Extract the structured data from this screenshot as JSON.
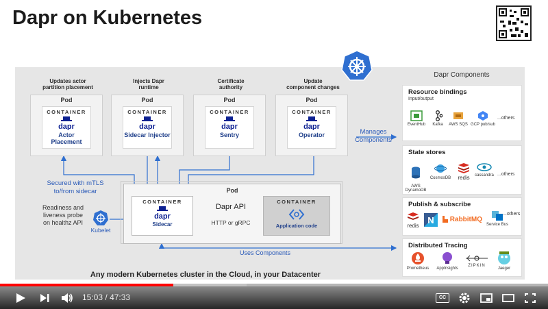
{
  "slide": {
    "title": "Dapr on Kubernetes",
    "footer": "Any modern Kubernetes cluster in the Cloud, in your Datacenter"
  },
  "control_plane": [
    {
      "caption": "Updates actor\npartition placement",
      "pod": "Pod",
      "container": "CONTAINER",
      "logo": "dapr",
      "name": "Actor Placement"
    },
    {
      "caption": "Injects Dapr\nruntime",
      "pod": "Pod",
      "container": "CONTAINER",
      "logo": "dapr",
      "name": "Sidecar Injector"
    },
    {
      "caption": "Certificate\nauthority",
      "pod": "Pod",
      "container": "CONTAINER",
      "logo": "dapr",
      "name": "Sentry"
    },
    {
      "caption": "Update\ncomponent changes",
      "pod": "Pod",
      "container": "CONTAINER",
      "logo": "dapr",
      "name": "Operator"
    }
  ],
  "notes": {
    "manages": "Manages\nComponents",
    "mtls": "Secured with mTLS\nto/from sidecar",
    "probe": "Readiness and\nliveness probe\non healthz API",
    "kubelet": "Kubelet",
    "uses": "Uses Components"
  },
  "app_pod": {
    "pod": "Pod",
    "sidecar": {
      "container": "CONTAINER",
      "logo": "dapr",
      "name": "Sidecar"
    },
    "api": "Dapr API",
    "protocol": "HTTP or gRPC",
    "app": {
      "container": "CONTAINER",
      "name": "Application code"
    }
  },
  "components": {
    "title": "Dapr Components",
    "bindings": {
      "title": "Resource bindings",
      "subtitle": "Input/output",
      "items": [
        "EventHub",
        "Kafka",
        "AWS SQS",
        "GCP pub/sub"
      ],
      "more": "...others"
    },
    "state": {
      "title": "State stores",
      "items": [
        "AWS\nDynamoDB",
        "CosmosDB",
        "redis",
        "cassandra"
      ],
      "more": "...others"
    },
    "pubsub": {
      "title": "Publish & subscribe",
      "items": [
        "redis",
        "N",
        "RabbitMQ",
        "Service Bus"
      ],
      "more": "...others"
    },
    "tracing": {
      "title": "Distributed Tracing",
      "items": [
        "Prometheus",
        "AppInsights",
        "ZIPKIN",
        "Jaeger"
      ]
    }
  },
  "player": {
    "time_current": "15:03",
    "time_total": "47:33",
    "time_sep": "/",
    "cc": "CC",
    "progress": 0.3166
  },
  "colors": {
    "accent": "#2f6fd0",
    "progress": "#ff0000",
    "dapr": "#0d2192"
  }
}
